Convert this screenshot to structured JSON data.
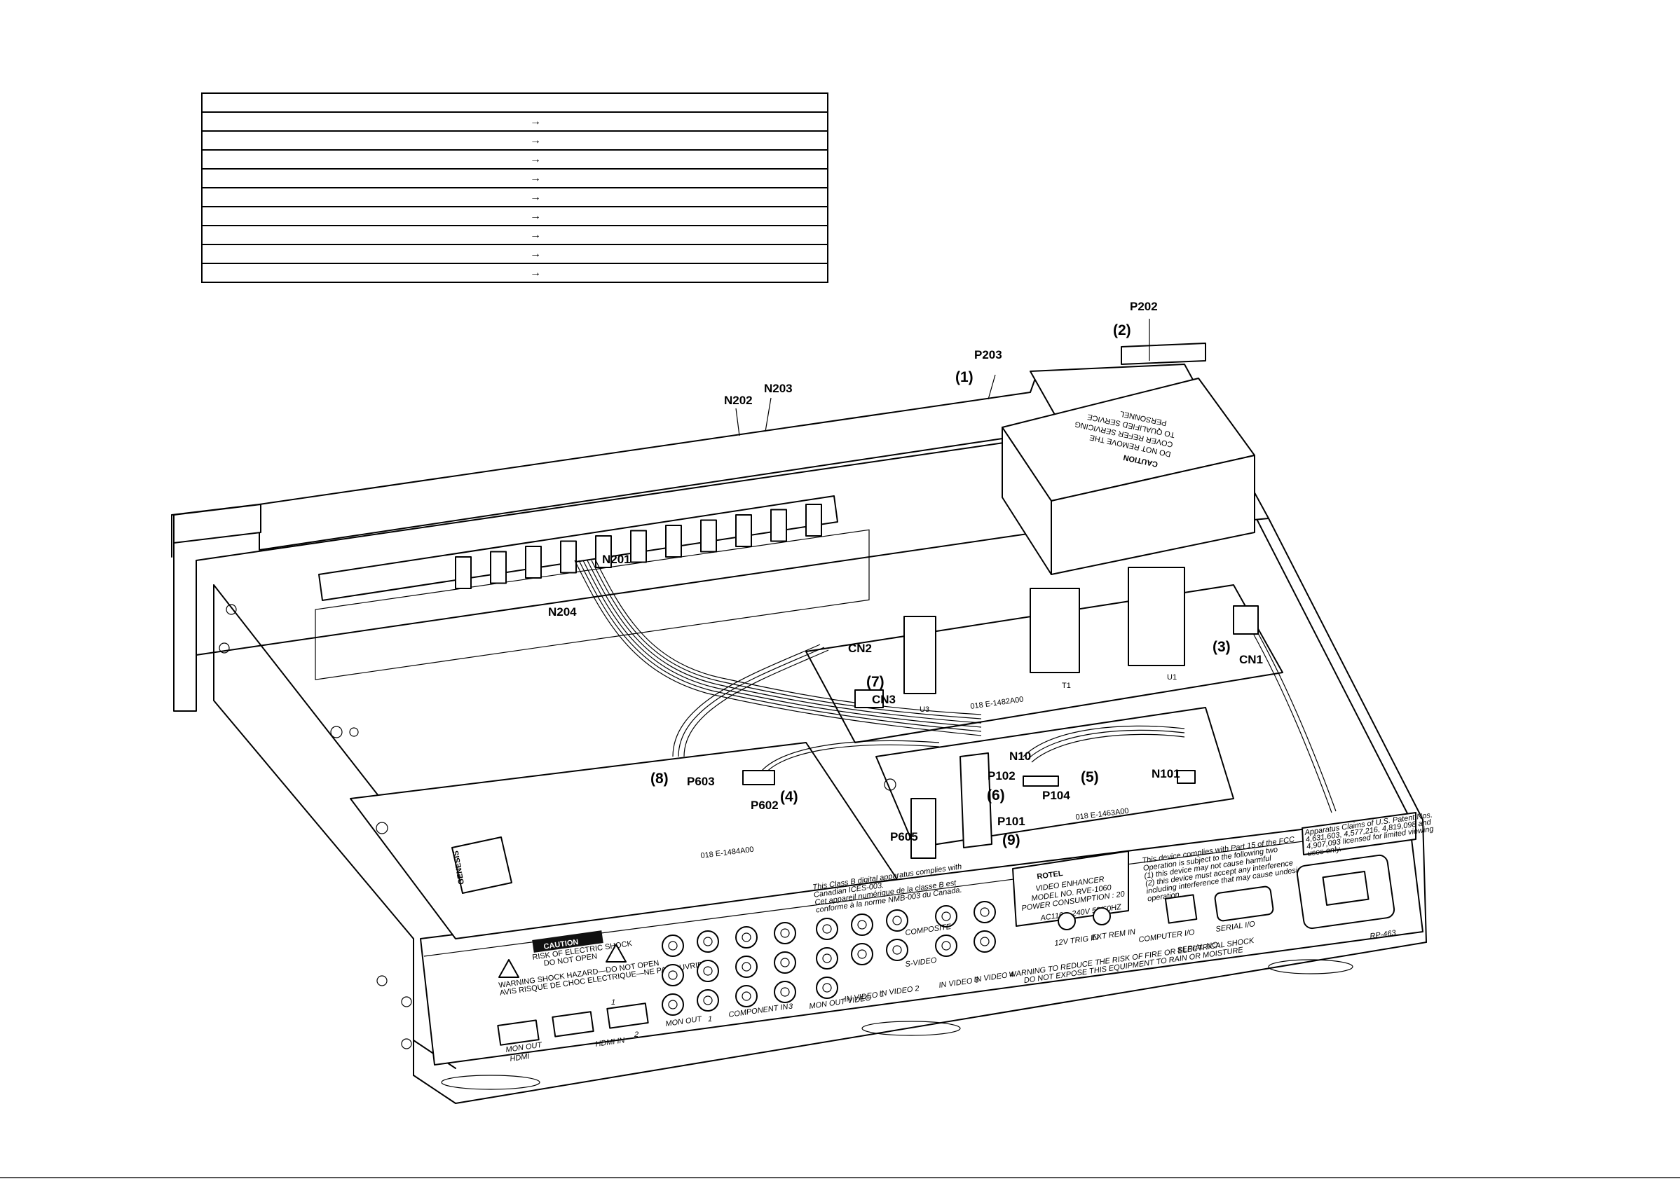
{
  "table": {
    "header": "",
    "rows": [
      {
        "from": "",
        "arrow": "→",
        "to": ""
      },
      {
        "from": "",
        "arrow": "→",
        "to": ""
      },
      {
        "from": "",
        "arrow": "→",
        "to": ""
      },
      {
        "from": "",
        "arrow": "→",
        "to": ""
      },
      {
        "from": "",
        "arrow": "→",
        "to": ""
      },
      {
        "from": "",
        "arrow": "→",
        "to": ""
      },
      {
        "from": "",
        "arrow": "→",
        "to": ""
      },
      {
        "from": "",
        "arrow": "→",
        "to": ""
      },
      {
        "from": "",
        "arrow": "→",
        "to": ""
      }
    ]
  },
  "callouts": {
    "p202": "P202",
    "n2": "(2)",
    "p203": "P203",
    "n1": "(1)",
    "n203": "N203",
    "n202": "N202",
    "n201": "N201",
    "n204": "N204",
    "cn2": "CN2",
    "n7": "(7)",
    "cn3": "CN3",
    "n3": "(3)",
    "cn1": "CN1",
    "n8": "(8)",
    "p603": "P603",
    "p602": "P602",
    "n4": "(4)",
    "n10": "N10",
    "p102": "P102",
    "n6": "(6)",
    "p104": "P104",
    "n5": "(5)",
    "n101": "N101",
    "p101": "P101",
    "n9": "(9)",
    "p605": "P605"
  },
  "board_labels": {
    "u3": "U3",
    "t1": "T1",
    "u1": "U1",
    "board_1482": "018 E-1482A00",
    "board_1463": "018 E-1463A00",
    "board_1484": "018 E-1484A00"
  },
  "transformer_caution": {
    "title": "CAUTION",
    "line1": "DO NOT REMOVE THE",
    "line2": "COVER REFER SERVICING",
    "line3": "TO QUALIFIED SERVICE",
    "line4": "PERSONNEL"
  },
  "chip_label": "GENESIS",
  "rear_panel": {
    "brand": "ROTEL",
    "product": "VIDEO ENHANCER",
    "model": "MODEL NO. RVE-1060",
    "power": "POWER CONSUMPTION : 20",
    "voltage": "AC110 ~ 240V 50/60HZ",
    "class_b_1": "This Class B digital apparatus complies with",
    "class_b_2": "Canadian ICES-003.",
    "class_b_3": "Cet appareil numérique de la classe B est",
    "class_b_4": "conforme à la norme NMB-003 du Canada.",
    "fcc_1": "This device complies with Part 15 of the FCC",
    "fcc_2": "Operation is subject to the following two",
    "fcc_3": "(1) this device may not cause harmful",
    "fcc_4": "(2) this device must accept any interference",
    "fcc_5": "including interference that may cause undesired",
    "fcc_6": "operation.",
    "patent_1": "Apparatus Claims of U.S. Patent Nos.",
    "patent_2": "4,631,603, 4,577,216, 4,819,098 and",
    "patent_3": "4,907,093 licensed for limited viewing",
    "patent_4": "uses only.",
    "caution_badge": "CAUTION",
    "shock_1": "RISK OF ELECTRIC SHOCK",
    "shock_2": "DO NOT OPEN",
    "warning_1": "WARNING SHOCK HAZARD—DO NOT OPEN",
    "warning_2": "AVIS RISQUE DE CHOC ELECTRIQUE—NE PAS OUVRIR",
    "warning_rain_1": "WARNING TO REDUCE THE RISK OF FIRE OR ELECTRICAL SHOCK",
    "warning_rain_2": "DO NOT EXPOSE THIS EQUIPMENT TO RAIN OR MOISTURE",
    "hdmi_mon_out": "MON OUT",
    "hdmi": "HDMI",
    "hdmi_in": "HDMI IN",
    "hdmi_in_1": "1",
    "hdmi_in_2": "2",
    "component_mon_out": "MON OUT",
    "component_in": "COMPONENT IN",
    "component_1": "1",
    "component_3": "3",
    "composite": "COMPOSITE",
    "s_video": "S-VIDEO",
    "mon_out_video": "MON OUT VIDEO",
    "in_video_1": "IN VIDEO 1",
    "in_video_2": "IN VIDEO 2",
    "in_video_3": "IN VIDEO 3",
    "in_video_4": "IN VIDEO 4",
    "trig": "12V TRIG IN",
    "ext_rem": "EXT REM IN",
    "computer_io": "COMPUTER I/O",
    "serial_io": "SERIAL I/O",
    "serial_no": "SERIAL NO.",
    "part_no": "RP-463"
  }
}
